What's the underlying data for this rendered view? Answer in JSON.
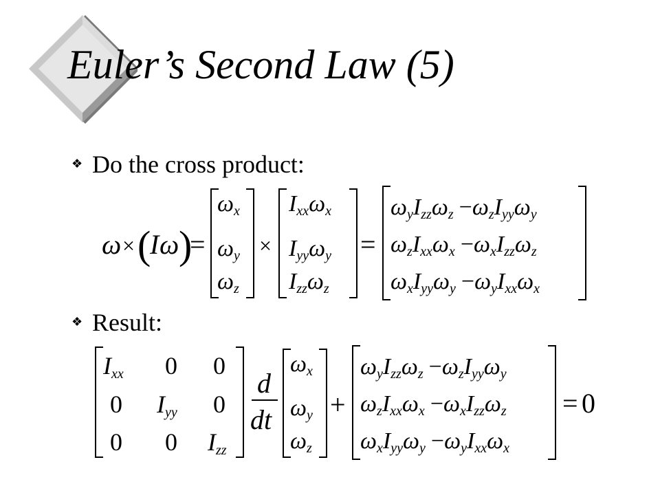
{
  "slide": {
    "title": "Euler’s Second Law (5)",
    "bullet_icon": "ornamental-diamond-bullet-icon",
    "bullets": [
      {
        "text": "Do the cross product:"
      },
      {
        "text": "Result:"
      }
    ]
  },
  "equation1": {
    "lhs": {
      "omega": "ω",
      "times": "×",
      "lparen": "(",
      "I": "I",
      "omega2": "ω",
      "rparen": ")",
      "equals": "="
    },
    "vec_omega": [
      {
        "sym": "ω",
        "sub": "x"
      },
      {
        "sym": "ω",
        "sub": "y"
      },
      {
        "sym": "ω",
        "sub": "z"
      }
    ],
    "cross": "×",
    "vec_Iomega": [
      {
        "I": "I",
        "isub": "xx",
        "w": "ω",
        "wsub": "x"
      },
      {
        "I": "I",
        "isub": "yy",
        "w": "ω",
        "wsub": "y"
      },
      {
        "I": "I",
        "isub": "zz",
        "w": "ω",
        "wsub": "z"
      }
    ],
    "equals2": "=",
    "result_rows": [
      {
        "a": "ω",
        "as": "y",
        "b": "I",
        "bs": "zz",
        "c": "ω",
        "cs": "z",
        "minus": "−",
        "d": "ω",
        "ds": "z",
        "e": "I",
        "es": "yy",
        "f": "ω",
        "fs": "y"
      },
      {
        "a": "ω",
        "as": "z",
        "b": "I",
        "bs": "xx",
        "c": "ω",
        "cs": "x",
        "minus": "−",
        "d": "ω",
        "ds": "x",
        "e": "I",
        "es": "zz",
        "f": "ω",
        "fs": "z"
      },
      {
        "a": "ω",
        "as": "x",
        "b": "I",
        "bs": "yy",
        "c": "ω",
        "cs": "y",
        "minus": "−",
        "d": "ω",
        "ds": "y",
        "e": "I",
        "es": "xx",
        "f": "ω",
        "fs": "x"
      }
    ]
  },
  "equation2": {
    "inertia_matrix": {
      "r1": {
        "c1": "I",
        "c1s": "xx",
        "c2": "0",
        "c3": "0"
      },
      "r2": {
        "c1": "0",
        "c2": "I",
        "c2s": "yy",
        "c3": "0"
      },
      "r3": {
        "c1": "0",
        "c2": "0",
        "c3": "I",
        "c3s": "zz"
      }
    },
    "deriv": {
      "num": "d",
      "den": "dt"
    },
    "vec_omega": [
      {
        "sym": "ω",
        "sub": "x"
      },
      {
        "sym": "ω",
        "sub": "y"
      },
      {
        "sym": "ω",
        "sub": "z"
      }
    ],
    "plus": "+",
    "result_rows": [
      {
        "a": "ω",
        "as": "y",
        "b": "I",
        "bs": "zz",
        "c": "ω",
        "cs": "z",
        "minus": "−",
        "d": "ω",
        "ds": "z",
        "e": "I",
        "es": "yy",
        "f": "ω",
        "fs": "y"
      },
      {
        "a": "ω",
        "as": "z",
        "b": "I",
        "bs": "xx",
        "c": "ω",
        "cs": "x",
        "minus": "−",
        "d": "ω",
        "ds": "x",
        "e": "I",
        "es": "zz",
        "f": "ω",
        "fs": "z"
      },
      {
        "a": "ω",
        "as": "x",
        "b": "I",
        "bs": "yy",
        "c": "ω",
        "cs": "y",
        "minus": "−",
        "d": "ω",
        "ds": "y",
        "e": "I",
        "es": "xx",
        "f": "ω",
        "fs": "x"
      }
    ],
    "equals": "=",
    "zero": "0"
  }
}
